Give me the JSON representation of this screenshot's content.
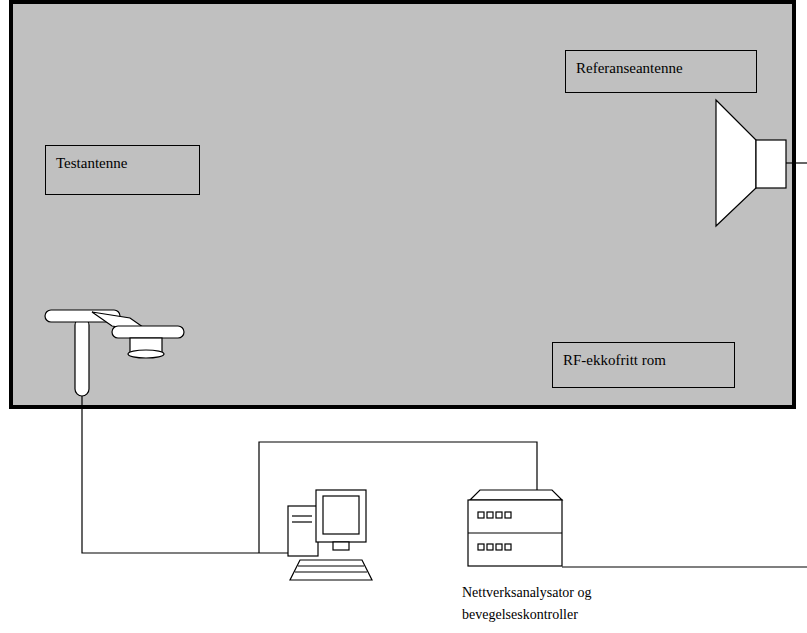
{
  "diagram": {
    "nodes": [
      {
        "text": [
          "Referanseantenne"
        ]
      },
      {
        "text": [
          "Testantenne"
        ]
      },
      {
        "text": [
          "RF-ekkofritt rom"
        ]
      },
      {
        "text": [
          "Nettverksanalysator og bevegelseskontroller"
        ]
      }
    ]
  }
}
